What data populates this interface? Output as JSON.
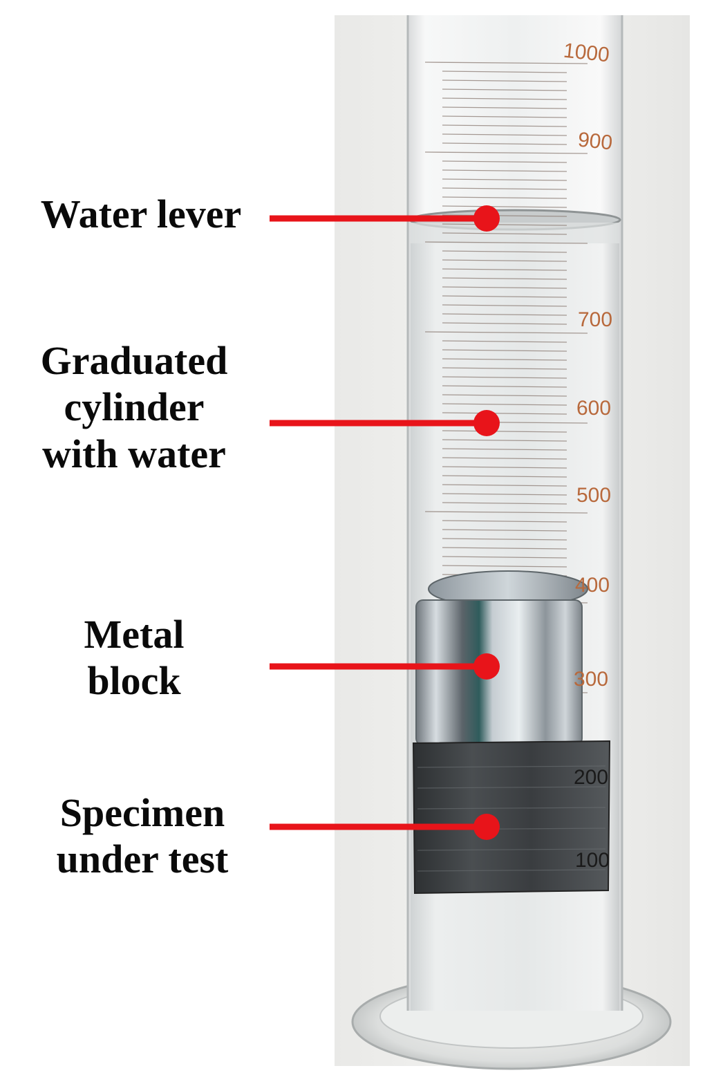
{
  "figure": {
    "callouts": [
      {
        "id": "water-level",
        "lines": [
          "Water lever"
        ]
      },
      {
        "id": "graduated-cylinder",
        "lines": [
          "Graduated",
          "cylinder",
          "with water"
        ]
      },
      {
        "id": "metal-block",
        "lines": [
          "Metal",
          "block"
        ]
      },
      {
        "id": "specimen",
        "lines": [
          "Specimen",
          "under test"
        ]
      }
    ],
    "scale_marks": [
      "1000",
      "900",
      "700",
      "600",
      "500",
      "400",
      "300",
      "200",
      "100"
    ],
    "colors": {
      "callout_line": "#e8141a",
      "callout_text": "#0a0a0a",
      "scale_text_brown": "#b8693c",
      "scale_text_dark": "#1a1a1a",
      "metal_block": "#9aa3ab",
      "specimen": "#3c3f42"
    }
  }
}
